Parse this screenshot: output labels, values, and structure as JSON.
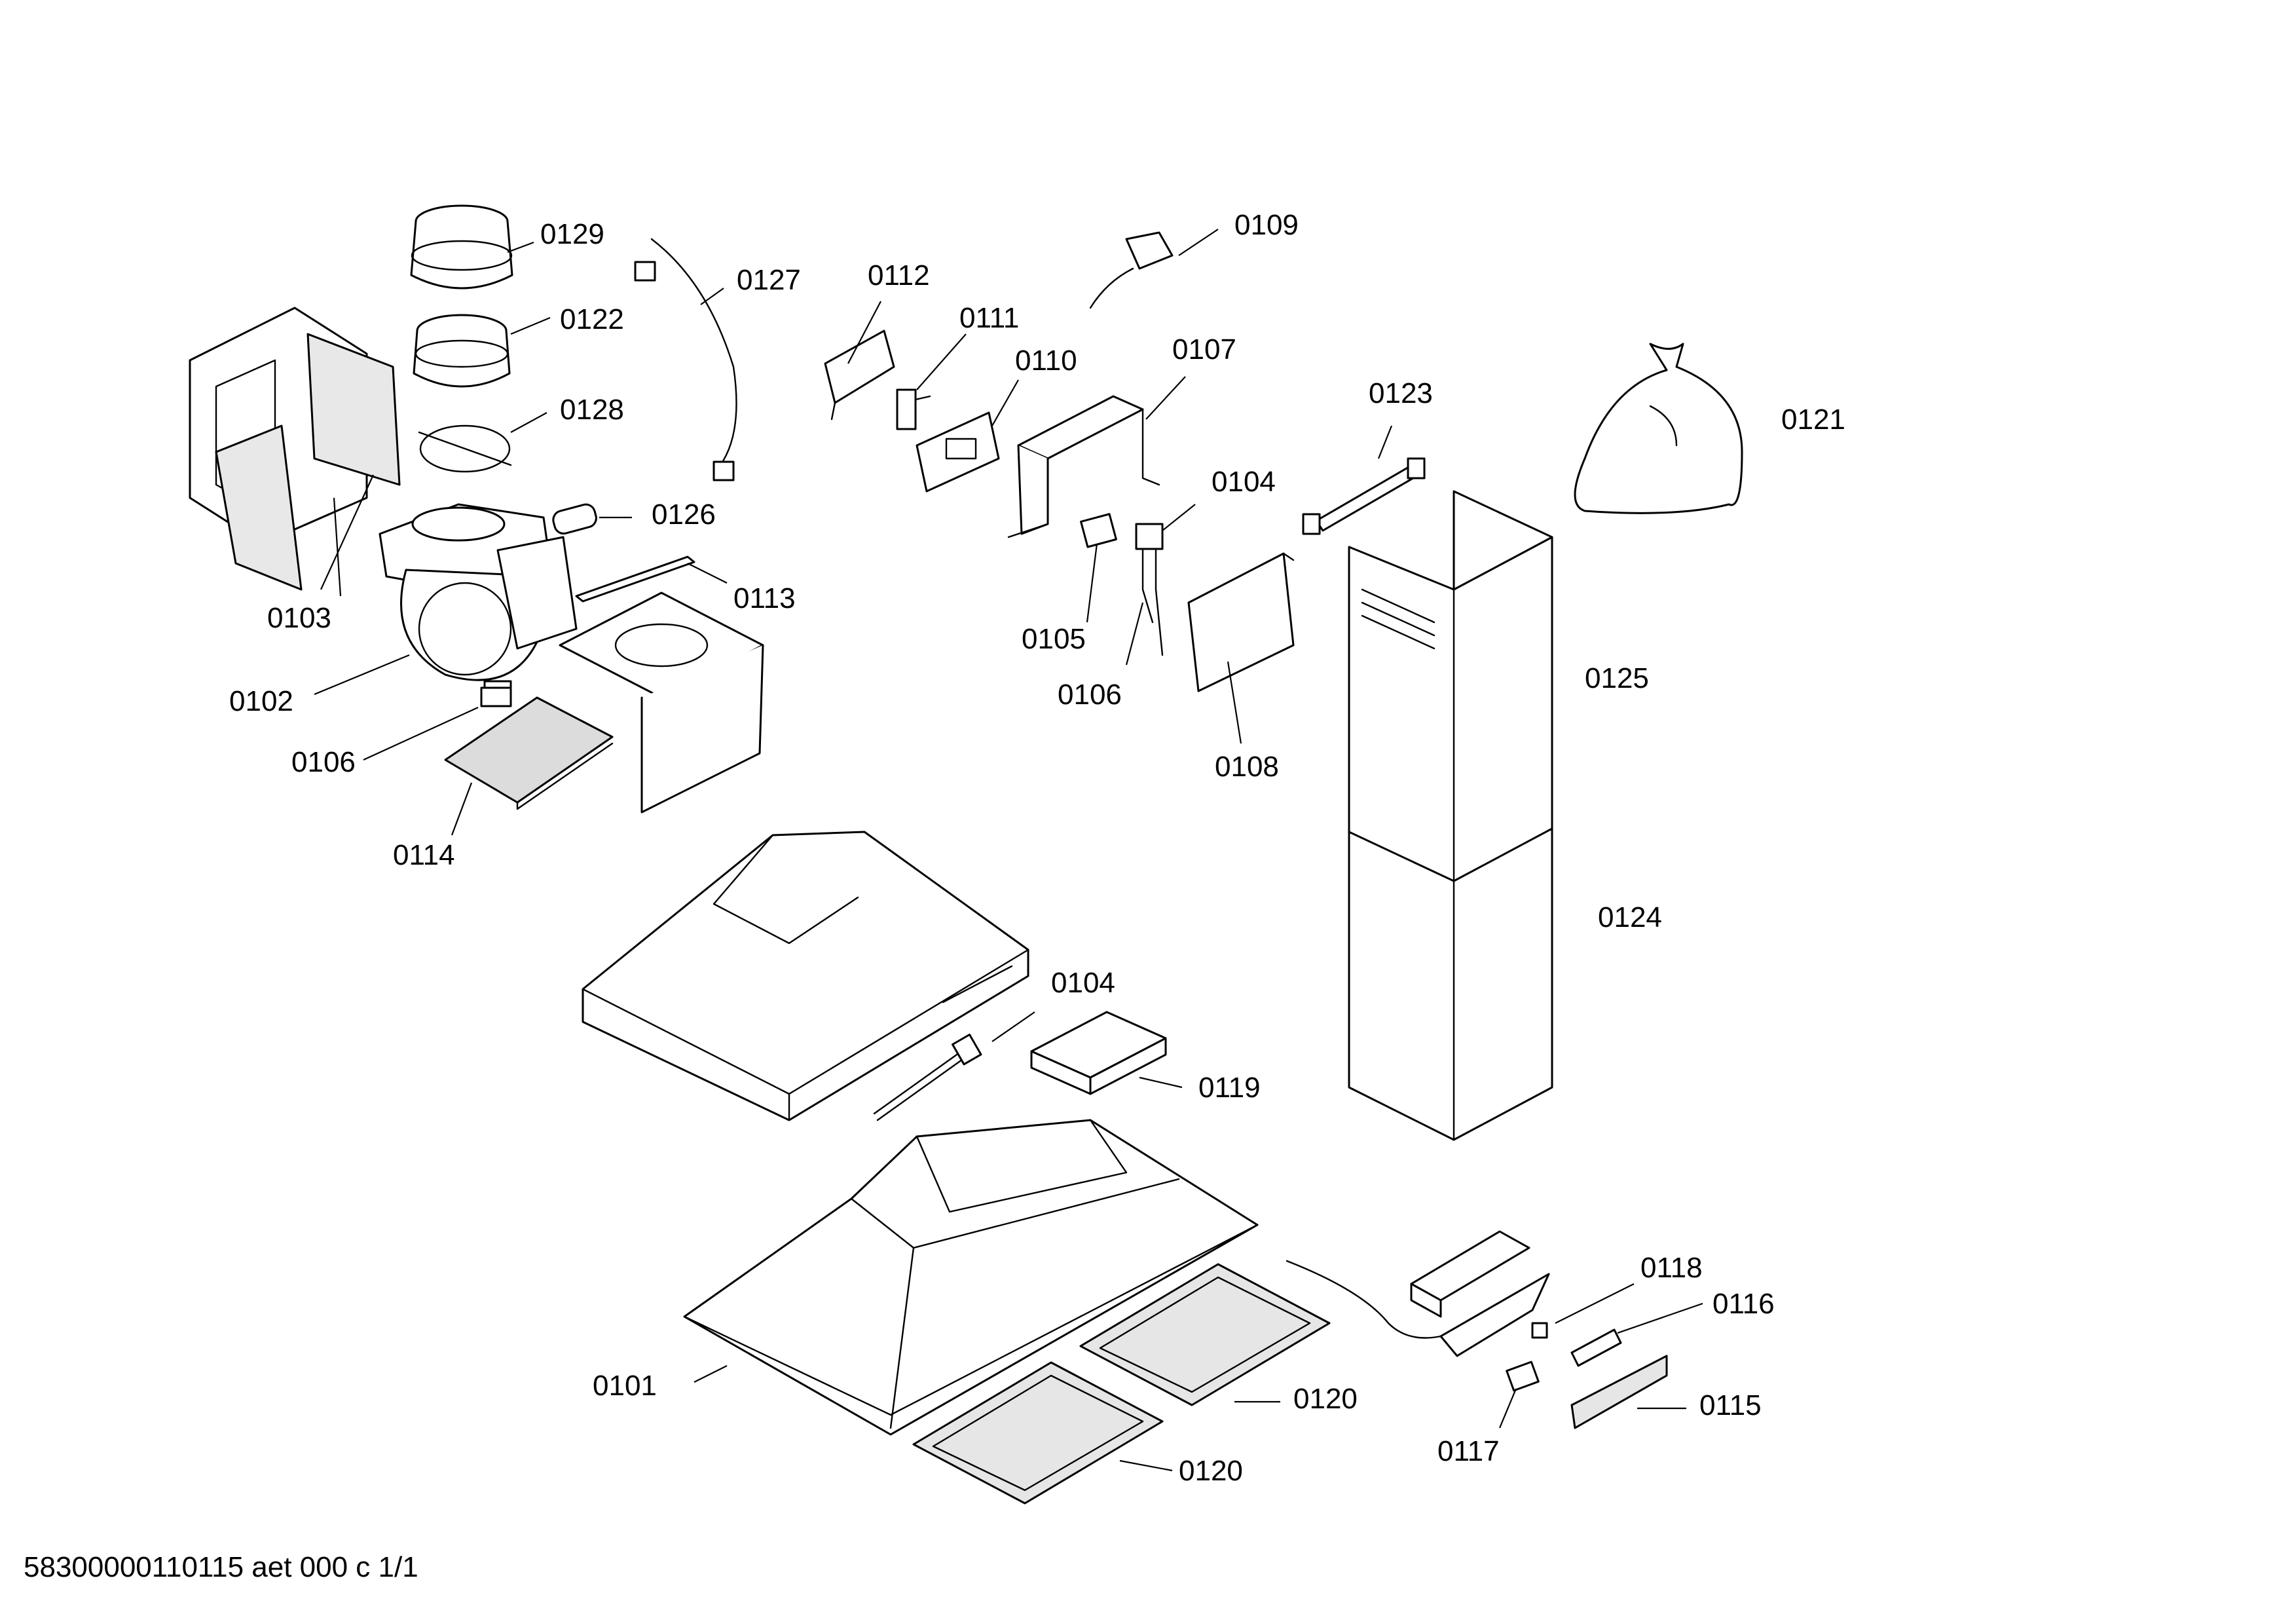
{
  "footer_text": "58300000110115 aet 000 c 1/1",
  "labels": {
    "l0129": "0129",
    "l0127": "0127",
    "l0122": "0122",
    "l0128": "0128",
    "l0126": "0126",
    "l0103": "0103",
    "l0113": "0113",
    "l0102": "0102",
    "l0106a": "0106",
    "l0114": "0114",
    "l0112": "0112",
    "l0111": "0111",
    "l0110": "0110",
    "l0109": "0109",
    "l0107": "0107",
    "l0104a": "0104",
    "l0105": "0105",
    "l0106b": "0106",
    "l0108": "0108",
    "l0123": "0123",
    "l0121": "0121",
    "l0125": "0125",
    "l0124": "0124",
    "l0104b": "0104",
    "l0119": "0119",
    "l0101": "0101",
    "l0120a": "0120",
    "l0120b": "0120",
    "l0118": "0118",
    "l0116": "0116",
    "l0117": "0117",
    "l0115": "0115"
  }
}
